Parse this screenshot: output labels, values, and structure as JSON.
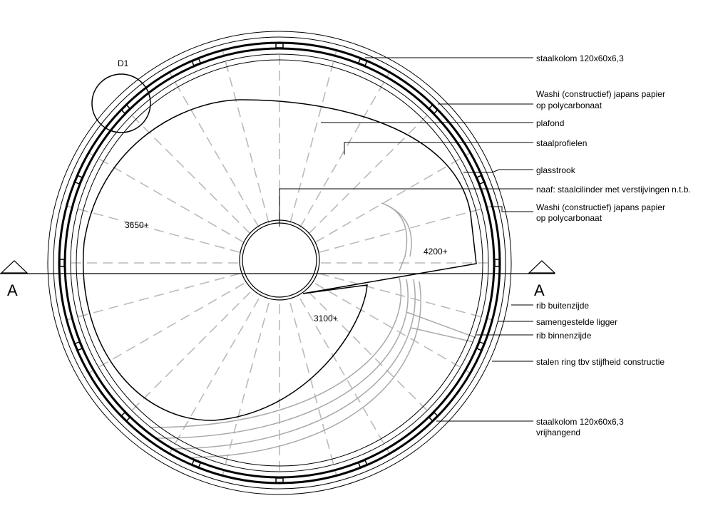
{
  "drawing": {
    "section_marker": "A",
    "detail_marker": "D1",
    "areas": [
      "3650+",
      "4200+",
      "3100+"
    ],
    "labels": {
      "staalkolom_top": "staalkolom 120x60x6,3",
      "washi_top_1": "Washi (constructief) japans papier",
      "washi_top_2": "op polycarbonaat",
      "plafond": "plafond",
      "staalprofielen": "staalprofielen",
      "glasstrook": "glasstrook",
      "naaf": "naaf: staalcilinder met verstijvingen n.t.b.",
      "washi_mid_1": "Washi (constructief) japans papier",
      "washi_mid_2": "op polycarbonaat",
      "rib_buiten": "rib buitenzijde",
      "samengestelde": "samengestelde ligger",
      "rib_binnen": "rib binnenzijde",
      "stalen_ring": "stalen ring tbv stijfheid constructie",
      "staalkolom_bottom_1": "staalkolom 120x60x6,3",
      "staalkolom_bottom_2": "vrijhangend"
    },
    "colors": {
      "line": "#000000",
      "dashed": "#bbbbbb",
      "stair": "#a9a9a9"
    }
  }
}
